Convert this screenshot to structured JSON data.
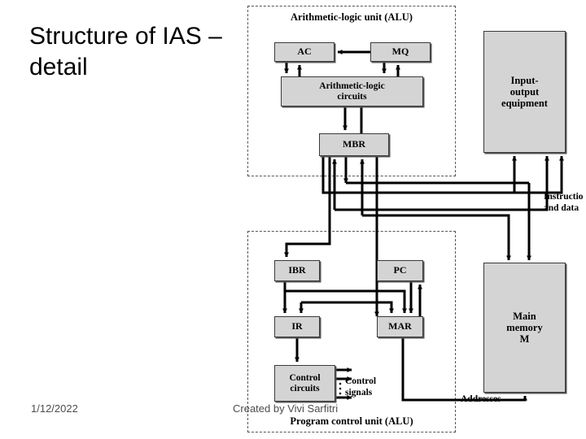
{
  "slide": {
    "title": "Structure of IAS –\ndetail",
    "footer_date": "1/12/2022",
    "footer_author": "Created by Vivi Sarfitri"
  },
  "diagram": {
    "groups": {
      "alu": {
        "caption": "Arithmetic-logic unit (ALU)"
      },
      "pcu": {
        "caption": "Program control unit (ALU)"
      }
    },
    "boxes": {
      "ac": "AC",
      "mq": "MQ",
      "alc": "Arithmetic-logic\ncircuits",
      "mbr": "MBR",
      "ibr": "IBR",
      "pc": "PC",
      "ir": "IR",
      "mar": "MAR",
      "control_circuits": "Control\ncircuits",
      "io": "Input-\noutput\nequipment",
      "memory": "Main\nmemory\nM"
    },
    "labels": {
      "instructions_and_data": "Instructio\nand data",
      "addresses": "Addresses",
      "control_signals": "Control\nsignals"
    },
    "colors": {
      "box_fill": "#d4d4d4",
      "box_border": "#3a3a3a",
      "dashed_border": "#555555",
      "wire": "#000000",
      "slide_background": "#ffffff"
    }
  }
}
